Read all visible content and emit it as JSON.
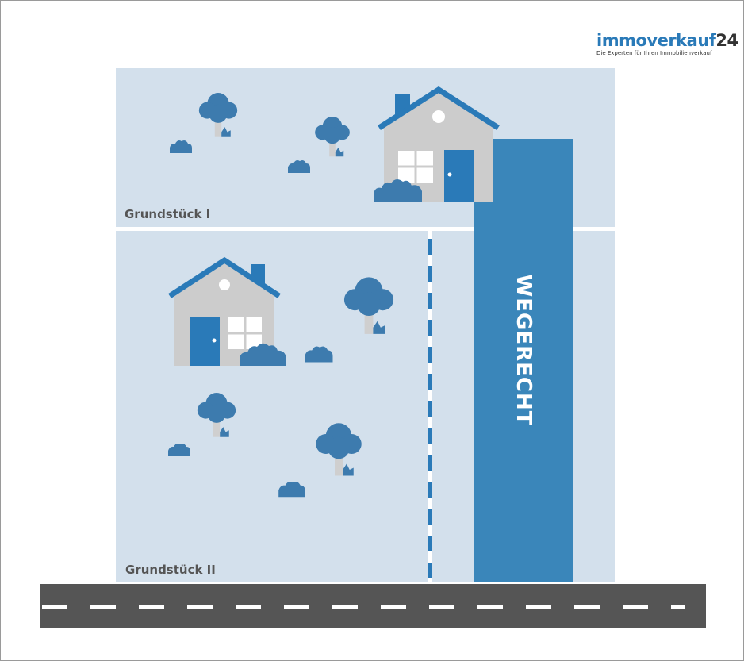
{
  "logo": {
    "name_part1": "immoverkauf",
    "name_part2": "24",
    "tagline": "Die Experten für Ihren Immobilienverkauf"
  },
  "plots": {
    "plot_1_label": "Grundstück I",
    "plot_2_label": "Grundstück II"
  },
  "easement": {
    "label": "WEGERECHT"
  },
  "colors": {
    "land": "#d3e0ec",
    "easement": "#3a86ba",
    "house_blue": "#2a7ab8",
    "tree_blue": "#3d7bae",
    "house_grey": "#cccccc",
    "road": "#555555",
    "road_marking": "#ffffff"
  }
}
